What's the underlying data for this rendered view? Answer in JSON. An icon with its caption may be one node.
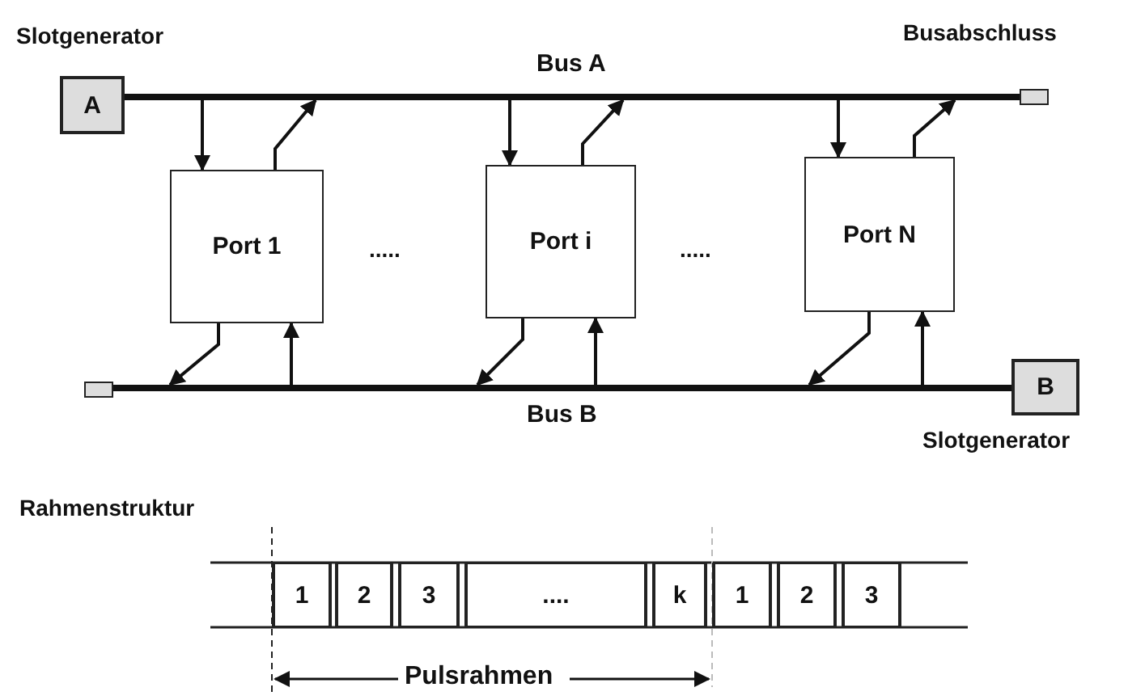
{
  "diagram": {
    "nodes": [
      {
        "text": [
          "A"
        ],
        "beside": [
          "Slotgenerator"
        ]
      },
      {
        "text": [
          "Bus A"
        ]
      },
      {
        "text": [],
        "shape": "box",
        "beside": [
          "Busabschluss"
        ]
      },
      {
        "text": [
          "Port 1"
        ]
      },
      {
        "text": [
          "Port i"
        ]
      },
      {
        "text": [
          "Port N"
        ]
      },
      {
        "text": [],
        "shape": "box"
      },
      {
        "text": [
          "Bus B"
        ]
      },
      {
        "text": [
          "B"
        ],
        "beside": [
          "Slotgenerator"
        ]
      },
      {
        "text": [
          "1"
        ]
      },
      {
        "text": [
          "2"
        ]
      },
      {
        "text": [
          "3"
        ]
      },
      {
        "text": [
          "...."
        ]
      },
      {
        "text": [
          "k"
        ]
      },
      {
        "text": [
          "1"
        ]
      },
      {
        "text": [
          "2"
        ]
      },
      {
        "text": [
          "3"
        ]
      }
    ],
    "edges": [
      {
        "from": 1,
        "to": 3,
        "arrow": "to"
      },
      {
        "from": 3,
        "to": 1,
        "arrow": "to"
      },
      {
        "from": 1,
        "to": 4,
        "arrow": "to"
      },
      {
        "from": 4,
        "to": 1,
        "arrow": "to"
      },
      {
        "from": 1,
        "to": 5,
        "arrow": "to"
      },
      {
        "from": 5,
        "to": 1,
        "arrow": "to"
      },
      {
        "from": 3,
        "to": 7,
        "arrow": "to"
      },
      {
        "from": 7,
        "to": 3,
        "arrow": "to"
      },
      {
        "from": 4,
        "to": 7,
        "arrow": "to"
      },
      {
        "from": 7,
        "to": 4,
        "arrow": "to"
      },
      {
        "from": 5,
        "to": 7,
        "arrow": "to"
      },
      {
        "from": 7,
        "to": 5,
        "arrow": "to"
      }
    ],
    "labels": [
      ".....",
      ".....",
      "Rahmenstruktur",
      "Pulsrahmen"
    ]
  }
}
